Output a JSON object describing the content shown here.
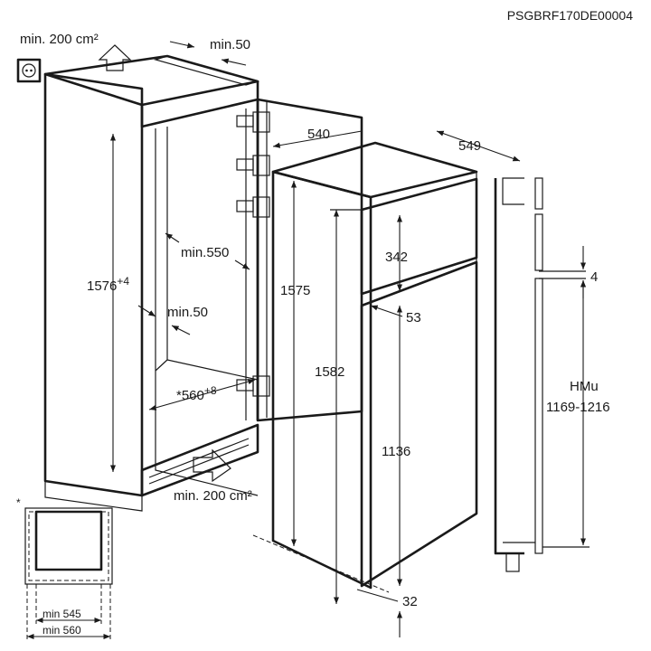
{
  "code": "PSGBRF170DE00004",
  "labels": {
    "vent_top": "min. 200 cm²",
    "vent_bottom": "min. 200 cm²",
    "gap_top": "min.50",
    "gap_side": "min.50",
    "cabinet_depth": "min.550",
    "cabinet_height": "1576",
    "cabinet_height_tol": "+4",
    "niche_width": "*560",
    "niche_width_tol": "+8",
    "appliance_depth_top": "540",
    "appliance_width": "549",
    "appliance_height": "1575",
    "door_height_total": "1582",
    "freezer_door": "342",
    "gap_53": "53",
    "fridge_door": "1136",
    "bottom_32": "32",
    "gap_4": "4",
    "hmu_title": "HMu",
    "hmu_range": "1169-1216",
    "inset_star": "*",
    "inset_min545": "min 545",
    "inset_min560": "min 560"
  }
}
